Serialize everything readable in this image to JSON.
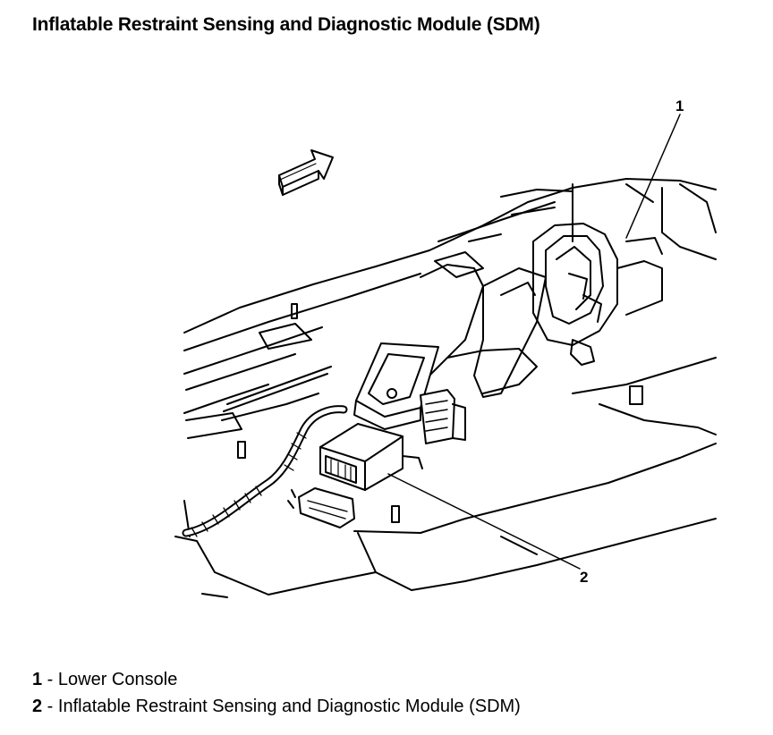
{
  "title": "Inflatable Restraint Sensing and Diagnostic Module (SDM)",
  "callouts": [
    {
      "num": "1"
    },
    {
      "num": "2"
    }
  ],
  "legend": [
    {
      "num": "1",
      "sep": " - ",
      "text": "Lower Console"
    },
    {
      "num": "2",
      "sep": " - ",
      "text": "Inflatable Restraint Sensing and Diagnostic Module (SDM)"
    }
  ],
  "icons": {
    "direction": "front-direction-arrow-icon"
  }
}
